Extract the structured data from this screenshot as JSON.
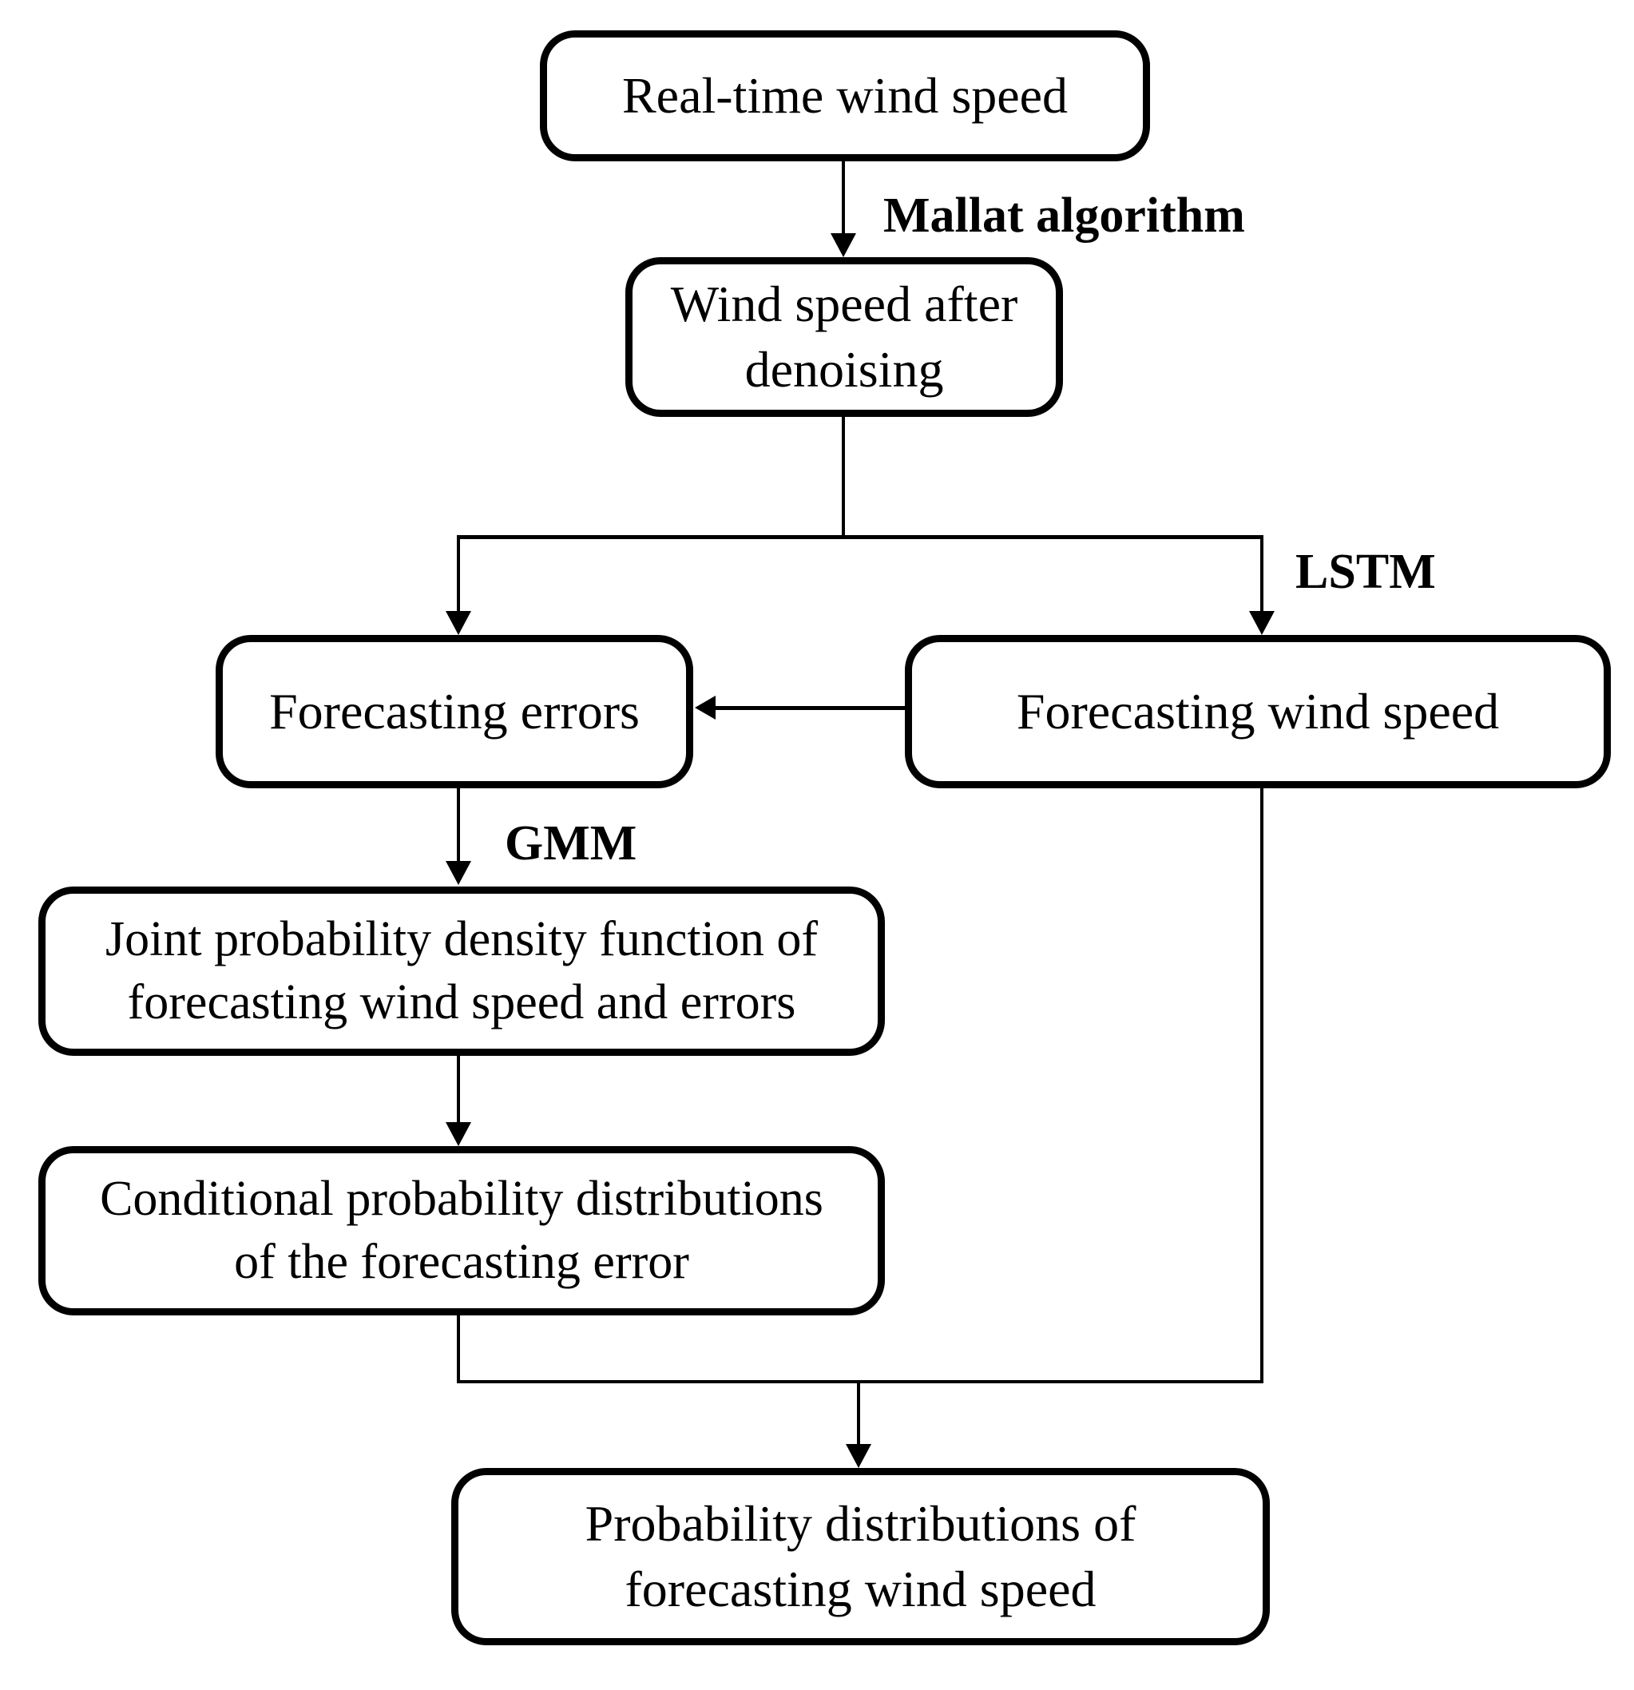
{
  "diagram": {
    "background_color": "#ffffff",
    "line_color": "#000000",
    "nodes": {
      "real_time_wind_speed": {
        "label": "Real-time wind speed"
      },
      "wind_speed_after_denoising": {
        "label": "Wind speed after\ndenoising"
      },
      "forecasting_errors": {
        "label": "Forecasting errors"
      },
      "forecasting_wind_speed": {
        "label": "Forecasting wind speed"
      },
      "joint_pdf": {
        "label": "Joint probability density function of\nforecasting wind speed and errors"
      },
      "conditional_distributions": {
        "label": "Conditional probability distributions\nof the forecasting error"
      },
      "probability_distributions": {
        "label": "Probability distributions of\nforecasting wind speed"
      }
    },
    "edge_labels": {
      "mallat": "Mallat algorithm",
      "lstm": "LSTM",
      "gmm": "GMM"
    }
  }
}
